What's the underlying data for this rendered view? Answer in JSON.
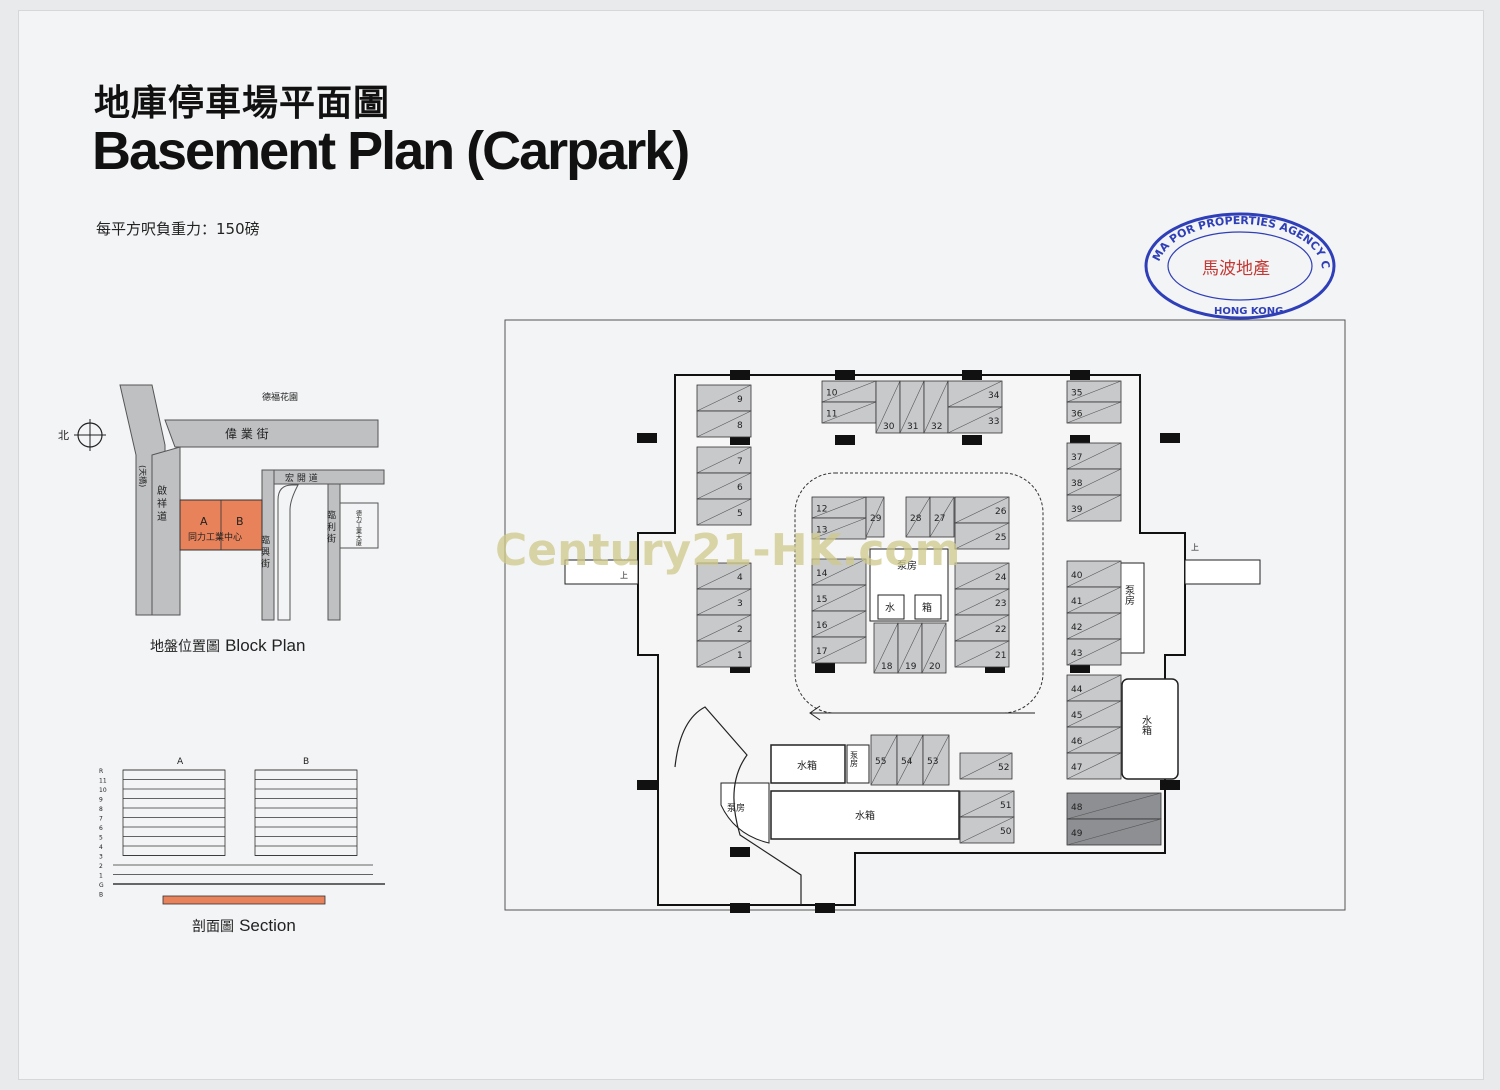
{
  "header": {
    "title_zh": "地庫停車場平面圖",
    "title_en": "Basement Plan (Carpark)",
    "load_note": "每平方呎負重力：150磅"
  },
  "block_plan": {
    "caption_zh": "地盤位置圖",
    "caption_en": "Block Plan",
    "north": "北",
    "streets": {
      "top_street": "偉 業 街",
      "park": "德福花園",
      "left_road": "啟 祥 道",
      "bridge": "(天橋)",
      "hung_lok": "宏 開 道",
      "lam_hing": "臨 興 街",
      "lam_lei": "臨 利 街",
      "neighbour_bldg": "德力工業大廈"
    },
    "site": {
      "block_a": "A",
      "block_b": "B",
      "name": "同力工業中心"
    }
  },
  "section": {
    "caption_zh": "剖面圖",
    "caption_en": "Section",
    "blocks": [
      "A",
      "B"
    ],
    "levels": [
      "R",
      "11",
      "10",
      "9",
      "8",
      "7",
      "6",
      "5",
      "4",
      "3",
      "2",
      "1",
      "G",
      "B"
    ]
  },
  "carpark": {
    "watermark": "Century21-HK.com",
    "up_label": "上",
    "pump_room": "泵房",
    "pump_room_vertical": "泵\n房",
    "water_tank": "水箱",
    "water": "水",
    "tank": "箱",
    "spaces": [
      "1",
      "2",
      "3",
      "4",
      "5",
      "6",
      "7",
      "8",
      "9",
      "10",
      "11",
      "12",
      "13",
      "14",
      "15",
      "16",
      "17",
      "18",
      "19",
      "20",
      "21",
      "22",
      "23",
      "24",
      "25",
      "26",
      "27",
      "28",
      "29",
      "30",
      "31",
      "32",
      "33",
      "34",
      "35",
      "36",
      "37",
      "38",
      "39",
      "40",
      "41",
      "42",
      "43",
      "44",
      "45",
      "46",
      "47",
      "48",
      "49",
      "50",
      "51",
      "52",
      "53",
      "54",
      "55"
    ]
  },
  "stamp": {
    "company_en": "MA POR PROPERTIES AGENCY CO.",
    "company_zh": "馬波地產",
    "city": "HONG KONG"
  },
  "colors": {
    "site_highlight": "#e8825a",
    "parking_fill": "#c8c9cb",
    "parking_fill_dark": "#8e8f92",
    "stamp_blue": "#2f3fb8",
    "stamp_red": "#c23a35",
    "watermark": "#cfc98a"
  }
}
